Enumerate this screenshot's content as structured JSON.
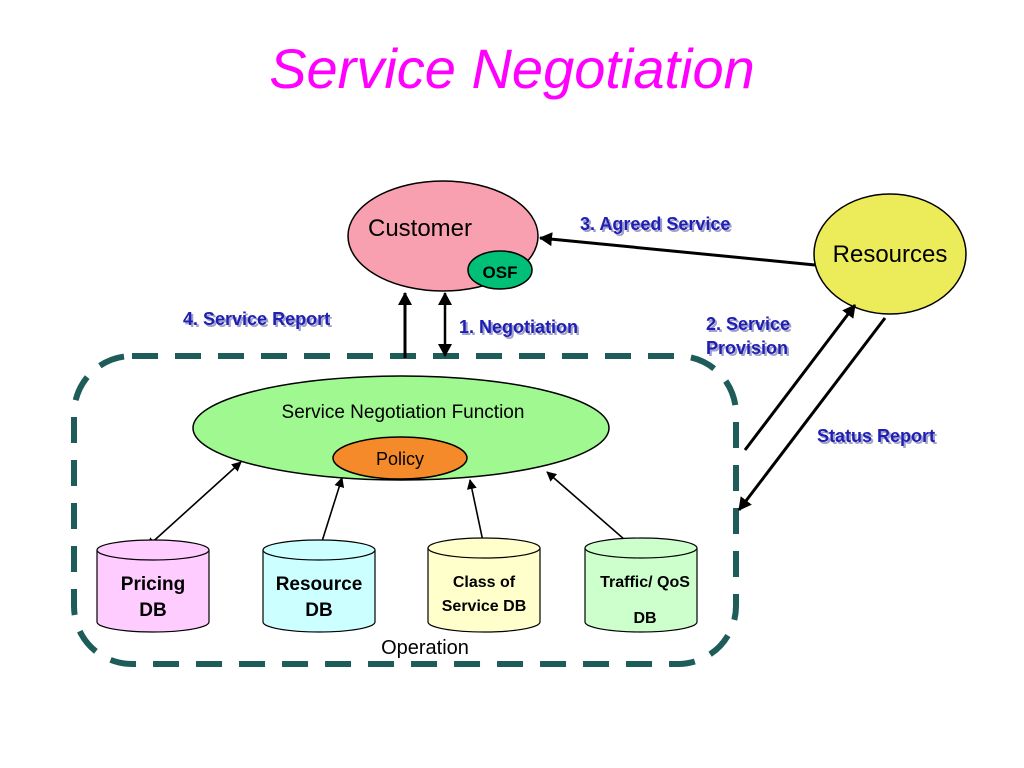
{
  "title": "Service Negotiation",
  "nodes": {
    "customer": "Customer",
    "osf": "OSF",
    "resources": "Resources",
    "snf": "Service Negotiation Function",
    "policy": "Policy",
    "operation": "Operation"
  },
  "databases": [
    {
      "line1": "Pricing",
      "line2": "DB",
      "color": "#ffccff"
    },
    {
      "line1": "Resource",
      "line2": "DB",
      "color": "#ccffff"
    },
    {
      "line1": "Class of",
      "line2": "Service DB",
      "color": "#ffffcc"
    },
    {
      "line1": "Traffic/ QoS",
      "line2": "DB",
      "color": "#ccffcc"
    }
  ],
  "labels": {
    "agreed_service": "3. Agreed Service",
    "service_report": "4. Service Report",
    "negotiation": "1. Negotiation",
    "service_provision_1": "2. Service",
    "service_provision_2": "Provision",
    "status_report": "Status Report"
  },
  "colors": {
    "title": "#ff00ff",
    "label": "#1f1fb4",
    "customer": "#f9a0b0",
    "osf": "#00c078",
    "resources": "#ecec5a",
    "snf": "#a0f890",
    "policy": "#f58a2a",
    "operation_border": "#1d5c58"
  }
}
